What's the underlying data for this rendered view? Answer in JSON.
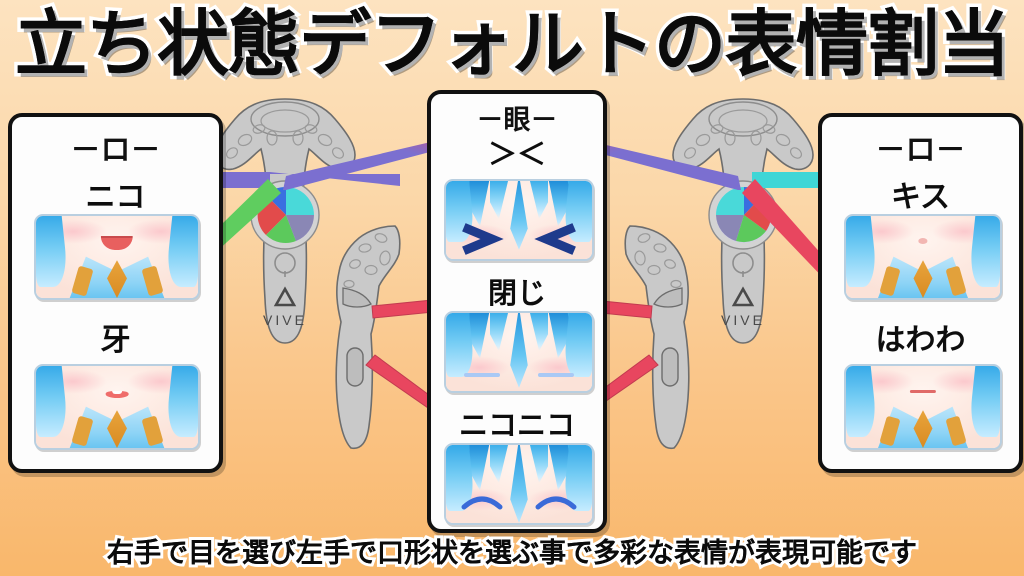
{
  "title": "立ち状態デフォルトの表情割当",
  "caption": "右手で目を選び左手で口形状を選ぶ事で多彩な表情が表現可能です",
  "colors": {
    "background_top": "#fde3c0",
    "background_bottom": "#f9b76b",
    "panel_background": "#fdfdfd",
    "panel_border": "#111111",
    "arrow_red": "#e8465f",
    "arrow_purple": "#7b6fd0",
    "arrow_green": "#5fcd5f",
    "arrow_cyan": "#3fd6d6",
    "trackpad_cyan": "#49d9d9",
    "trackpad_blue": "#3a6fe0",
    "trackpad_red": "#e24b4b",
    "trackpad_green": "#5cc95c",
    "trackpad_purple": "#8a87b5",
    "controller_body": "#c8c8c8"
  },
  "left_panel": {
    "header": "－ロ－",
    "options": [
      {
        "label": "ニコ",
        "mouth": "open-smile-mouth"
      },
      {
        "label": "牙",
        "mouth": "fang-mouth"
      }
    ]
  },
  "center_panel": {
    "header": "－眼－",
    "options": [
      {
        "label": "＞＜",
        "eyes": "chevron-eyes"
      },
      {
        "label": "閉じ",
        "eyes": "closed-eyes"
      },
      {
        "label": "ニコニコ",
        "eyes": "smiling-arc-eyes"
      }
    ]
  },
  "right_panel": {
    "header": "－ロ－",
    "options": [
      {
        "label": "キス",
        "mouth": "kiss-mouth"
      },
      {
        "label": "はわわ",
        "mouth": "flat-line-mouth"
      }
    ]
  },
  "controllers": {
    "left": {
      "brand": "VIVE",
      "hand": "left-hand-controller"
    },
    "right": {
      "brand": "VIVE",
      "hand": "right-hand-controller"
    },
    "left_side": {
      "hand": "left-side-profile-controller"
    },
    "right_side": {
      "hand": "right-side-profile-controller"
    }
  }
}
